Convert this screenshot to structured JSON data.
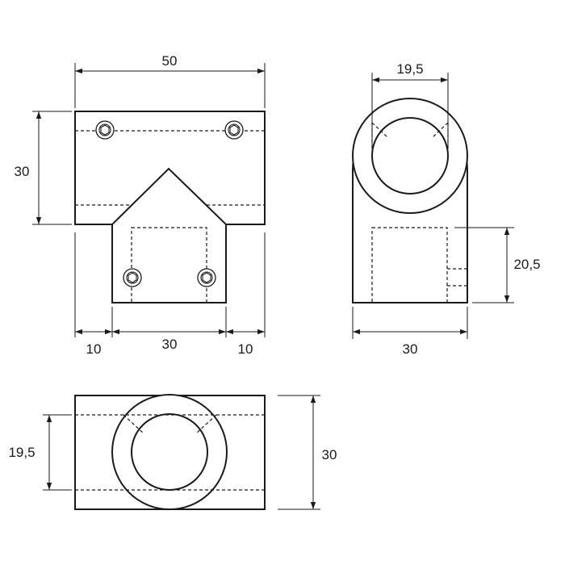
{
  "views": {
    "front": {
      "dims": {
        "overall_width": "50",
        "height": "30",
        "left_offset": "10",
        "stem_width": "30",
        "right_offset": "10"
      }
    },
    "side": {
      "dims": {
        "bore": "19,5",
        "stem_height": "20,5",
        "width": "30"
      }
    },
    "top": {
      "dims": {
        "bore": "19,5",
        "depth": "30"
      }
    }
  }
}
